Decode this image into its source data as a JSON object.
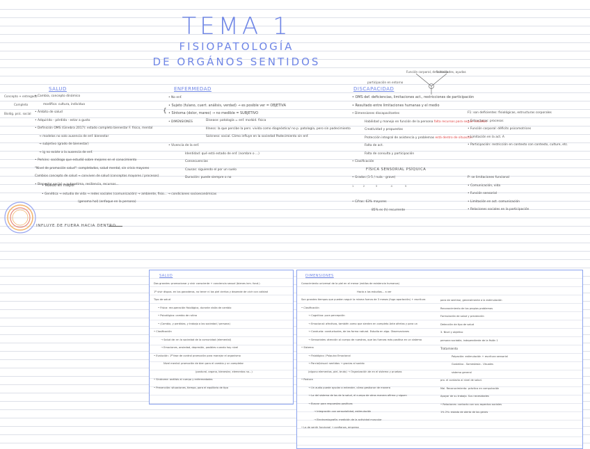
{
  "title": {
    "main": "TEMA 1",
    "sub1": "FISIOPATOLOGÍA",
    "sub2": "DE ORGÁNOS SENTIDOS"
  },
  "col1": {
    "heading": "SALUD",
    "side": [
      "Concepto + entregado",
      "Completo",
      "Biológ. psíc. social"
    ],
    "lines": [
      "• Cambia, concepto dinámico",
      "modifica: cultura, individuo",
      "• Ámbito de salud",
      "• Adquirido - pérdida - estar a gusto",
      "• Definición OMS (Ginebra 2017): estado completo bienestar F. físico, mental",
      "→ modelos         no solo ausencia de enf.          bienestar",
      "→ subjetivo (grado de bienestar)",
      "→ ig no existe a la ausencia de enf.",
      "• Perkins: sociólogo que estudió sobre mejores en el conocimiento",
      "\"Nivel de promoción salud\": completados, salud mental, sin crisis mayores",
      "Cambios concepto de salud → conviven de salud (conceptos mayores / procesos)",
      "• Bienestar social → autoestima, resiliencia, recursos...",
      "• Ruedo en mayor",
      "• Genética → estudio de vida → redes sociales (comunicación) → ambiente, fisio... → condiciones socioeconómicas",
      "(genoma hol)          (enfoque en la persona)"
    ],
    "influence": "INFLUYE DE FUERA HACIA DENTRO"
  },
  "col2": {
    "heading": "ENFERMEDAD",
    "lines": [
      "• No enf.",
      "• Sujeto (fulano, cuert. análisis, verdad) → es posible ver = OBJETIVA",
      "• Síntoma (dolor, mareo) → no medible = SUBJETIVO",
      "• DIMENSIONES",
      "Disease: patología = enf. morbid. física",
      "Illness: la que percibe la pers. vivida como diagnóstico/ no p. patología, pero sin padecimiento",
      "Sickness: social. Cómo influye en la sociedad          Padecimiento sin enf.",
      "• Vivencia de la enf.",
      "Identidad: qué está estado de enf. (nombre o ...)",
      "Consecuencias",
      "Causas: siguiendo el por un suelo",
      "Duración: puede siempre o no"
    ]
  },
  "col3": {
    "heading": "DISCAPACIDAD",
    "top": [
      "Función corporal, deficiencia",
      "actividades, ayudas",
      "participación en entorno"
    ],
    "lines": [
      "• OMS def. deficiencias, limitaciones act., restricciones de participación",
      "• Resultado entre limitaciones humanas y el medio",
      "• Dimensiones discapacitantes",
      "Habilidad y manejo en función de la persona",
      "Creatividad y propuestas",
      "Protección integral de asistencia y problemas",
      "Falta de act.",
      "Falta de consulta y participación",
      "• Clasificación",
      "FÍSICA     SENSORIAL     PSÍQUICA",
      "• Grados (1-5 / nula - grave)",
      "• Cifras: 63% mayores",
      "85% es (h) recurrente"
    ],
    "red1": "falta recursos para seguir estudios",
    "red2": "está dentro de situación",
    "side": [
      "F1: son deficientes: fisiológicas, estructuras corporales",
      "• Estructuras: procesos",
      "• Función corporal: déficits psicomotrices",
      "• Limitación en la act. A",
      "• Participación: restricción en contexto con contexto, culture, etc."
    ],
    "side2": [
      "• Comunicación, vida",
      "• Función sensorial",
      "• Limitación en act. comunicación",
      "• Relaciones sociales en la participación"
    ],
    "side2h": "P: se limitaciones funcional"
  },
  "box1": {
    "heading": "SALUD",
    "lines": [
      "Dos grandes: promocionar y vivir consciente + conciencia sexual (bienes inm. fond.)",
      "1º vivir dispos. en los ganaderos, no tener ni los piel ciertos y depende de vivir con calidad",
      "Tipo de salud",
      "• Física: recuperación fisiológica, durante visita de cambio",
      "• Psicológica: cambio de rutina",
      "• (Cambio, y perdidas, y trabajo a las sociedad / persona)",
      "• Clasificación",
      "→ Salud de: en la sociedad de la comunidad (elemental)",
      "→ Emociones, ansiedad, depresión, posibles cuando hay nivel",
      "• Evolución: 1ª fase de control promoción para manejar el organismo",
      "Nivel mental: promoción de bien para el cambio y un completar",
      "(postural, organo, bienestar, elementos no...)",
      "• Sindrome: análisis al cuerpo y enfermedades",
      "• Prevención: situaciones, tiempo, para el equilibrio de tipo"
    ]
  },
  "box2": {
    "heading": "DIMENSIONES",
    "lines": [
      "Conocimiento universal de la piel en el menor (estilos de existencia humanos)",
      "Hacia a los estudios... a ver",
      "Son grandes tiempos que pueden seguir la misma fuerza de 3 meses (fuga aportación) + escritura",
      "• Clasificación",
      "→ Cognitiva: pura percepción",
      "→ Emocional: afectivos, también como que sienten en completo          Ante ofertas y para un",
      "→ Conducta: conductuales, de las forma natural. Estudio en algo. Observaciones",
      "→ Sensoriales: atención al cuerpo de nuestras, que las fuerzas más positiva en un sistema",
      "• Sistema",
      "→ Fisiológico / Psíquico          Emocional",
      "→ Parcial/visual: sentidos          → gracias al sonido",
      "(alguno elementos, piel, bruto)   → Organización de en el sistema y pruebas",
      "• Postura",
      "→ Un audio puede ayudar a entender, cómo gestionar de manera",
      "→ La del sistema de los de la salud, el cuerpo de otros manera afirma y siguen",
      "→ Buscar para respuestas positivas",
      "→ Integración con sensorialidad, estimulación",
      "→ Electromiografía: medición de la actividad muscular",
      "• La de sentir funcional → confianza, empresa"
    ],
    "right": [
      "para de sentirse, generalmente a la estimulación",
      "Reconocimiento de los propios problemas",
      "Formulación de salud y prevención",
      "Detección de tipo de salud",
      "3. Nivel y objetivo",
      "persona sociable, independiente de la fisión 1",
      "Tratamiento",
      "Palpación: estimulación + escritura sensorial",
      "Gustativo - Somestesia - Visuales",
      "sistema general",
      "pro. el contacto al nivel de salud.",
      "Mal. Reconocimiento: práctica en computación",
      "Apoyar de su trabajo. Sus necesidades",
      "• Relaciones: contacto con sus aspectos sociales",
      "1% 2%: estado de alerta de los genes"
    ]
  },
  "colors": {
    "accent": "#6f86e6",
    "red": "#e04040",
    "circle_outer": "#9aa7f0",
    "circle_mid": "#f2b36a",
    "circle_inner": "#e88a7a"
  }
}
